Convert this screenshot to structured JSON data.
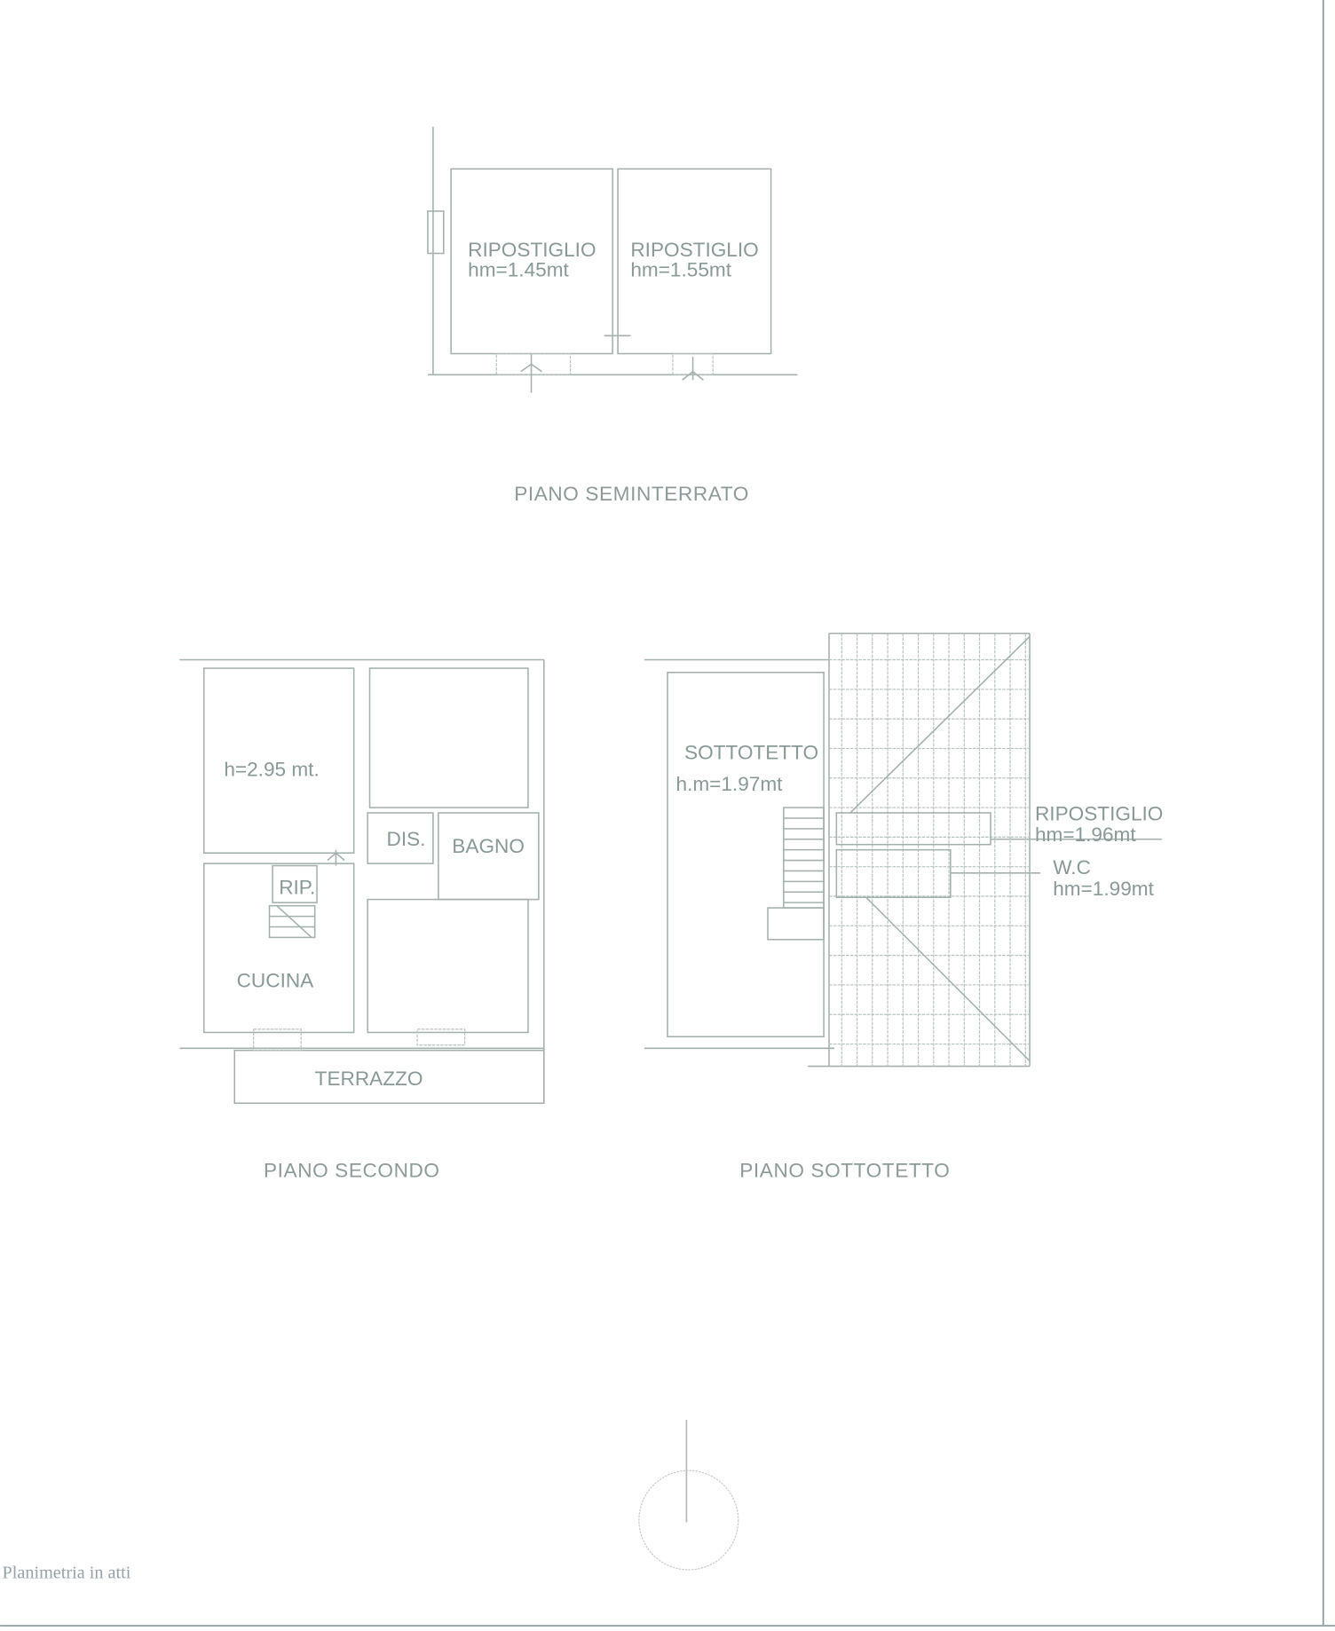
{
  "plans": {
    "seminterrato": {
      "title": "PIANO SEMINTERRATO",
      "rooms": [
        {
          "name": "RIPOSTIGLIO",
          "height": "hm=1.45mt"
        },
        {
          "name": "RIPOSTIGLIO",
          "height": "hm=1.55mt"
        }
      ]
    },
    "secondo": {
      "title": "PIANO SECONDO",
      "labels": {
        "room_height": "h=2.95 mt.",
        "dis": "DIS.",
        "bagno": "BAGNO",
        "rip": "RIP.",
        "cucina": "CUCINA",
        "terrazzo": "TERRAZZO"
      }
    },
    "sottotetto": {
      "title": "PIANO SOTTOTETTO",
      "labels": {
        "sottotetto": "SOTTOTETTO",
        "sottotetto_height": "h.m=1.97mt",
        "ripostiglio": "RIPOSTIGLIO",
        "ripostiglio_height": "hm=1.96mt",
        "wc": "W.C",
        "wc_height": "hm=1.99mt"
      }
    }
  },
  "footer": {
    "caption": "Planimetria in atti"
  },
  "icons": {
    "north": "north-arrow-icon"
  },
  "colors": {
    "line": "#a4b0ae",
    "text": "#8a9897"
  }
}
